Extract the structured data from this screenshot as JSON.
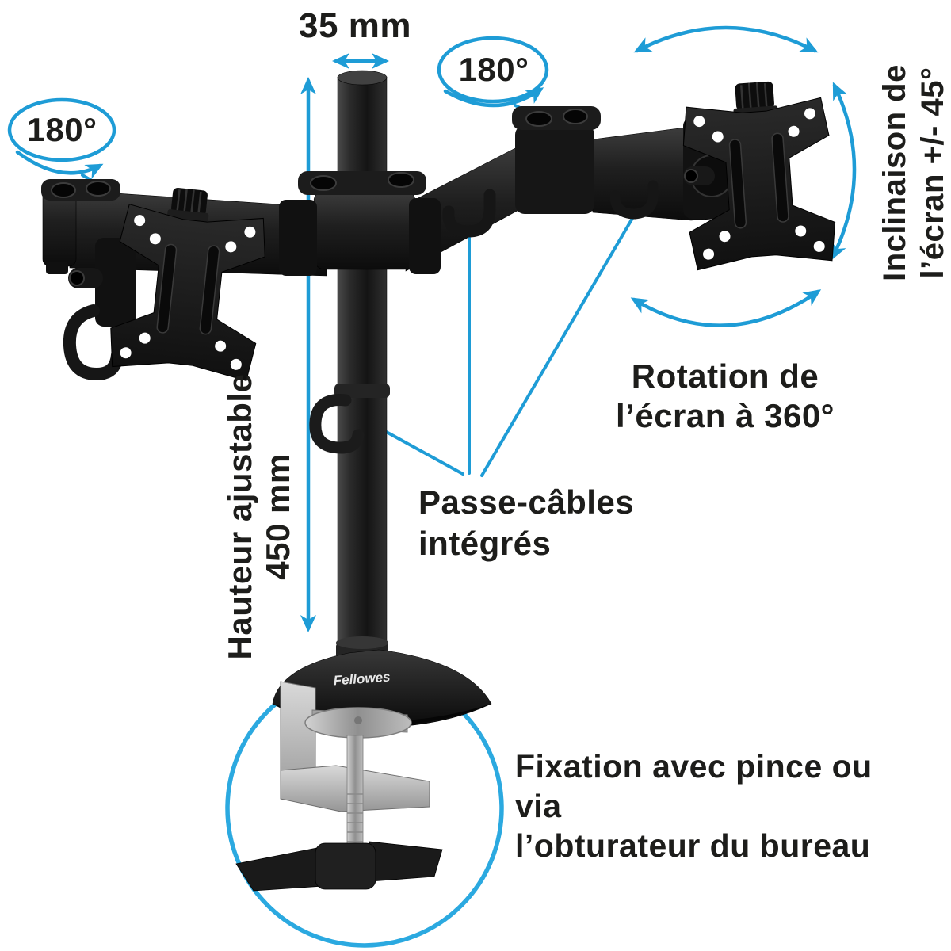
{
  "figure": {
    "kind": "product-annotation-diagram",
    "brand_logo": "Fellowes"
  },
  "colors": {
    "arrow_blue": "#1E9CD6",
    "circle_blue": "#2BA9E0",
    "text_black": "#1D1D1B",
    "product_black": "#1A1A1A",
    "clamp_silver": "#B5B5B5",
    "background": "#FFFFFF"
  },
  "labels": {
    "pole_width": "35 mm",
    "swivel_left": "180°",
    "swivel_right": "180°",
    "tilt_l1": "Inclinaison de",
    "tilt_l2": "l’écran +/- 45°",
    "rotation_l1": "Rotation de",
    "rotation_l2": "l’écran à 360°",
    "height_l1": "Hauteur ajustable",
    "height_l2": "450 mm",
    "cables_l1": "Passe-câbles",
    "cables_l2": "intégrés",
    "mount_l1": "Fixation avec pince ou via",
    "mount_l2": "l’obturateur du bureau"
  }
}
